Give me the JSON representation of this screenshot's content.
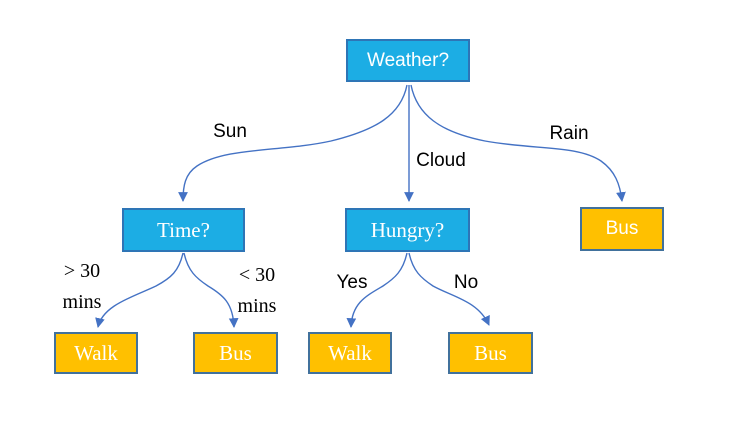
{
  "diagram": {
    "type": "decision-tree",
    "root_question": "Weather?",
    "nodes": {
      "weather": {
        "label": "Weather?",
        "kind": "decision"
      },
      "time": {
        "label": "Time?",
        "kind": "decision"
      },
      "hungry": {
        "label": "Hungry?",
        "kind": "decision"
      },
      "bus_rain": {
        "label": "Bus",
        "kind": "outcome"
      },
      "walk_time": {
        "label": "Walk",
        "kind": "outcome"
      },
      "bus_time": {
        "label": "Bus",
        "kind": "outcome"
      },
      "walk_hungry": {
        "label": "Walk",
        "kind": "outcome"
      },
      "bus_hungry": {
        "label": "Bus",
        "kind": "outcome"
      }
    },
    "edges": {
      "sun": {
        "from": "weather",
        "to": "time",
        "label": "Sun"
      },
      "cloud": {
        "from": "weather",
        "to": "hungry",
        "label": "Cloud"
      },
      "rain": {
        "from": "weather",
        "to": "bus_rain",
        "label": "Rain"
      },
      "gt30": {
        "from": "time",
        "to": "walk_time",
        "label": "> 30 mins"
      },
      "lt30": {
        "from": "time",
        "to": "bus_time",
        "label": "< 30 mins"
      },
      "yes": {
        "from": "hungry",
        "to": "walk_hungry",
        "label": "Yes"
      },
      "no": {
        "from": "hungry",
        "to": "bus_hungry",
        "label": "No"
      }
    },
    "colors": {
      "decision_fill": "#1CADE4",
      "decision_border": "#2E75B6",
      "outcome_fill": "#FFC000",
      "outcome_border": "#41719C",
      "arrow": "#4472C4",
      "node_text": "#FFFFFF",
      "label_text": "#000000",
      "background": "#FFFFFF"
    }
  }
}
